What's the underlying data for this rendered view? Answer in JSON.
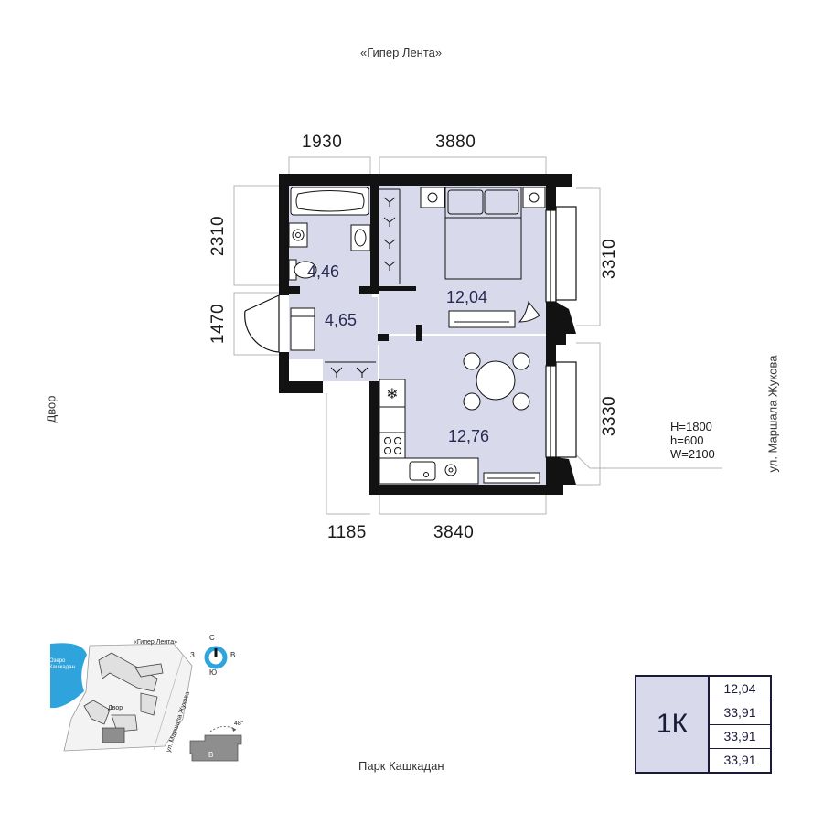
{
  "streets": {
    "top": "«Гипер Лента»",
    "left": "Двор",
    "right": "ул. Маршала Жукова",
    "bottom": "Парк Кашкадан"
  },
  "dimensions": {
    "top_left": "1930",
    "top_right": "3880",
    "left_upper": "2310",
    "left_lower": "1470",
    "right_upper": "3310",
    "right_lower": "3330",
    "bottom_left": "1185",
    "bottom_right": "3840"
  },
  "rooms": {
    "bathroom": "4,46",
    "hallway": "4,65",
    "bedroom": "12,04",
    "kitchen": "12,76"
  },
  "window_spec": {
    "H": "H=1800",
    "h": "h=600",
    "W": "W=2100"
  },
  "summary": {
    "type": "1К",
    "living_area": "12,04",
    "area_1": "33,91",
    "area_2": "33,91",
    "area_3": "33,91"
  },
  "minimap": {
    "lake": "Озеро Кашкадан",
    "top_road": "«Гипер Лента»",
    "yard": "Двор",
    "street": "ул. Маршала Жукова",
    "building": "В",
    "angle": "48°"
  },
  "compass": {
    "north": "С",
    "south": "Ю",
    "west": "З",
    "east": "В"
  },
  "colors": {
    "wall": "#121212",
    "room_fill": "#d8daeb",
    "accent_blue": "#2ea3dc",
    "text_dark": "#1a1a3a"
  }
}
